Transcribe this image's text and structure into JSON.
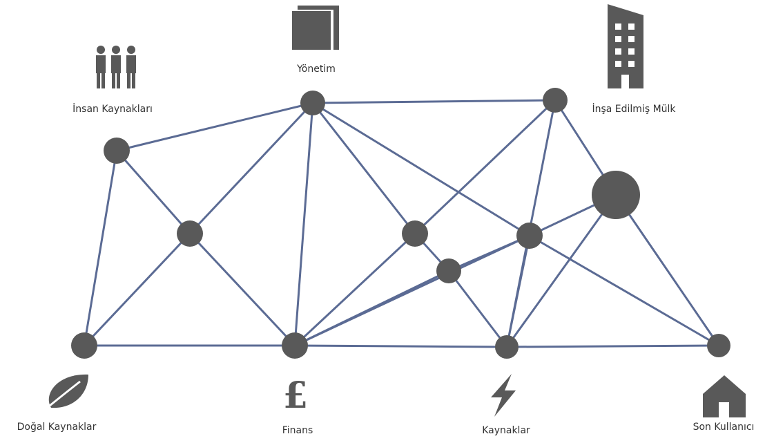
{
  "colors": {
    "edge": "#5b6b94",
    "node": "#595959",
    "icon": "#595959",
    "text": "#333333"
  },
  "labels": {
    "management": "Yönetim",
    "human_resources": "İnsan Kaynakları",
    "built_property": "İnşa Edilmiş Mülk",
    "natural_resources": "Doğal Kaynaklar",
    "finance": "Finans",
    "resources": "Kaynaklar",
    "end_user": "Son Kullanıcı"
  },
  "icons": {
    "management": "book-icon",
    "human_resources": "people-icon",
    "built_property": "building-icon",
    "natural_resources": "leaf-icon",
    "finance": "pound-icon",
    "resources": "lightning-icon",
    "end_user": "house-icon"
  },
  "pound_glyph": "£"
}
